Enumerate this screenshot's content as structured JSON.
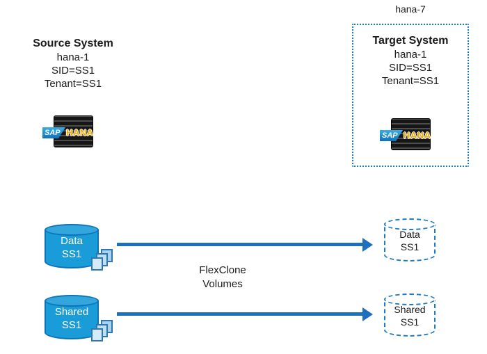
{
  "colors": {
    "arrow_blue": "#1F6FC0",
    "cylinder_fill": "#199CD8",
    "cylinder_border": "#0E72B8",
    "dashed_border": "#1F7AC0",
    "sap_blue": "#1470B8",
    "hana_orange": "#F0AB00",
    "stack_fill": "#A9D3EF",
    "stack_border": "#2E75B6"
  },
  "target_group": {
    "label": "hana-7"
  },
  "source_system": {
    "title": "Source System",
    "host": "hana-1",
    "sid": "SID=SS1",
    "tenant": "Tenant=SS1"
  },
  "target_system": {
    "title": "Target System",
    "host": "hana-1",
    "sid": "SID=SS1",
    "tenant": "Tenant=SS1"
  },
  "sap_logo": {
    "sap": "SAP",
    "hana": "HANA"
  },
  "flexclone": {
    "line1": "FlexClone",
    "line2": "Volumes"
  },
  "volumes": {
    "source": [
      {
        "name": "Data",
        "id": "SS1"
      },
      {
        "name": "Shared",
        "id": "SS1"
      }
    ],
    "target": [
      {
        "name": "Data",
        "id": "SS1"
      },
      {
        "name": "Shared",
        "id": "SS1"
      }
    ]
  }
}
